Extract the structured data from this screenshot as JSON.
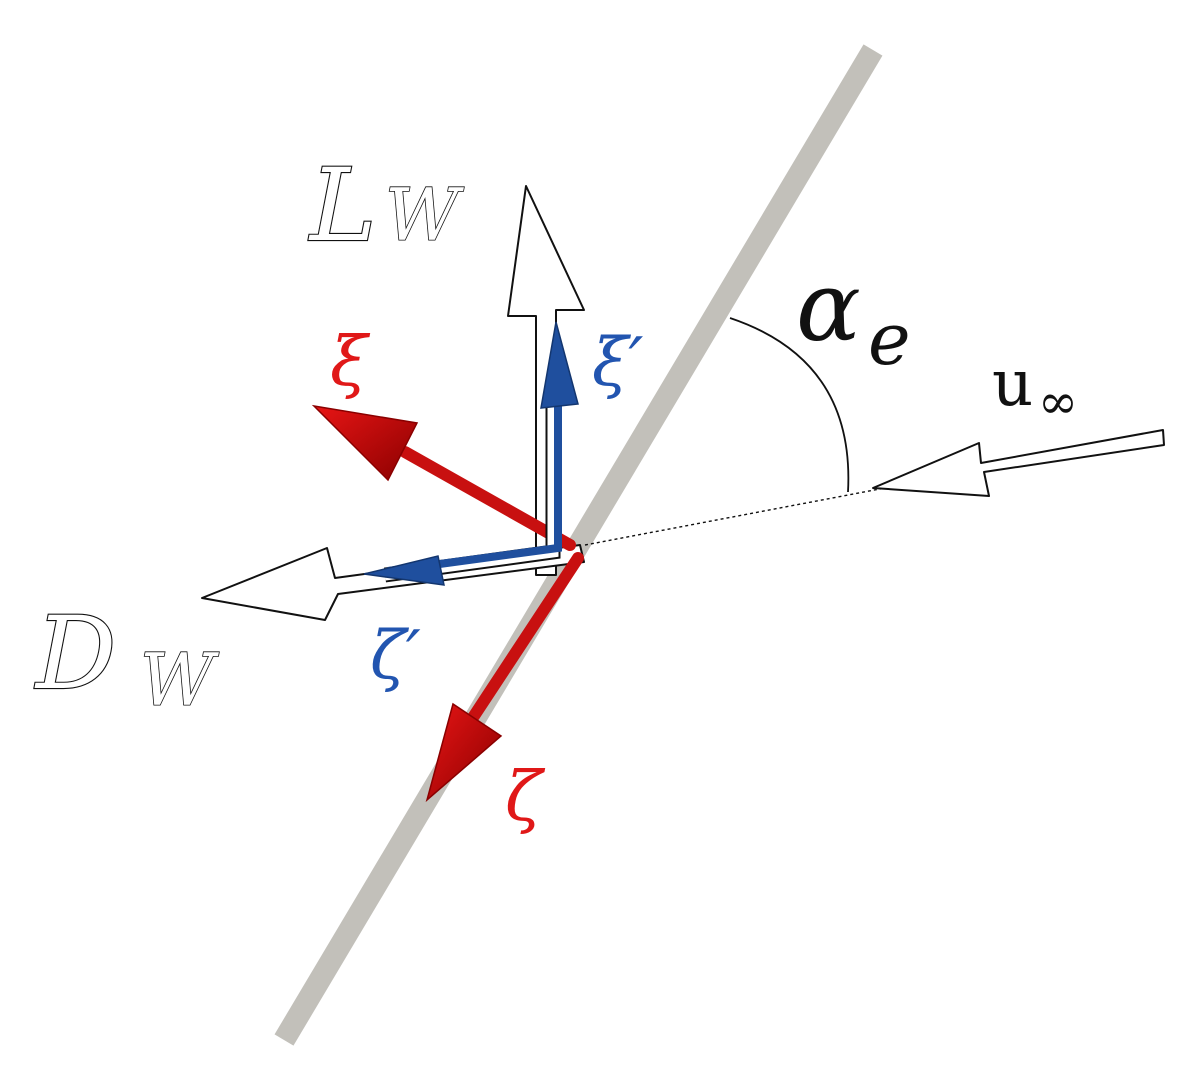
{
  "colors": {
    "plate": "#c2c0ba",
    "red": "#c81010",
    "red_dark": "#8a0000",
    "blue": "#1f4f9e",
    "outline": "#111111",
    "fill_white": "#ffffff"
  },
  "labels": {
    "lift_main": "L",
    "lift_sub": "W",
    "drag_main": "D",
    "drag_sub": "W",
    "xi": "ξ",
    "xi_prime": "ξ′",
    "zeta": "ζ",
    "zeta_prime": "ζ′",
    "alpha_main": "α",
    "alpha_sub": "e",
    "u_main": "u",
    "u_sub": "∞"
  }
}
